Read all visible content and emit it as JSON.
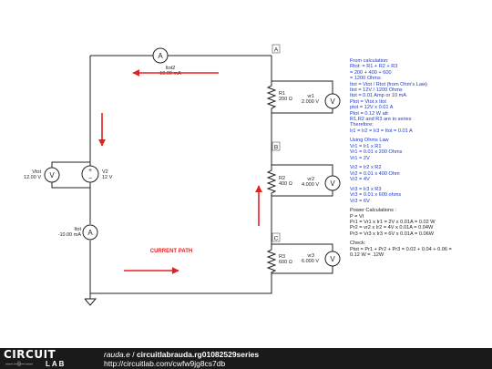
{
  "colors": {
    "wire": "#222222",
    "current_arrow": "#e52020",
    "notes_text": "#1a39d6",
    "note_dark": "#222222",
    "footer_bg": "#1a1a1a"
  },
  "nodes": [
    "A",
    "B",
    "C"
  ],
  "components": {
    "itot2": {
      "name": "Itot2",
      "value": "10.00 mA"
    },
    "r1": {
      "name": "R1",
      "value": "200 Ω"
    },
    "r2": {
      "name": "R2",
      "value": "400 Ω"
    },
    "r3": {
      "name": "R3",
      "value": "600 Ω"
    },
    "vr1": {
      "name": "vr1",
      "value": "2.000 V"
    },
    "vr2": {
      "name": "vr2",
      "value": "4.000 V"
    },
    "vr3": {
      "name": "vr3",
      "value": "6.000 V"
    },
    "vtot": {
      "name": "Vtot",
      "value": "12.00 V"
    },
    "v2": {
      "name": "V2",
      "value": "12 V"
    },
    "itot": {
      "name": "Itot",
      "value": "-10.00 mA"
    }
  },
  "current_path_label": "CURRENT PATH",
  "notes": {
    "calc": [
      "From calculation:",
      "Rtot: = R1 + R2 + R3",
      "= 200 + 400 + 600",
      "= 1200 Ohms",
      "Itot = Vtot / Rtot (from Ohm's Law)",
      "Itot = 12V / 1200 Ohms",
      "Itot = 0.01 Amp or 10 mA",
      "Ptot = Vtot x Itot",
      "ptot = 12V x 0.01 A",
      "Ptot = 0.12 W att"
    ],
    "series": [
      "R1,R2 and R3 are in series",
      "Therefore;",
      "Ir1 = Ir2 = Ir3 = Itot = 0.01 A"
    ],
    "ohm": [
      "Using Ohms Law",
      "Vr1 = Ir1 x R1",
      "Vr1 = 0.01 x 200 Ohms",
      "Vr1 = 2V"
    ],
    "vr2": [
      "Vr2 = Ir2 x R2",
      "Vr2 = 0.01 x 400 Ohm",
      "Vr2 = 4V"
    ],
    "vr3": [
      "Vr3 = Ir3 x R3",
      "Vr3 = 0.01 x 600 ohms",
      "Vr3 = 6V"
    ],
    "power": [
      "Power Calculations :",
      "P = VI",
      "Pr1 = Vr1 x Ir1 = 2V x 0.01A = 0.02 W",
      "Pr2 = vr2 x Ir2 = 4V x 0.01A = 0.04W",
      "Pr3 = Vr3 x Ir3 = 6V x 0.01A = 0.06W"
    ],
    "check": [
      "Check:",
      "Ptot = Pr1 + Pr2 + Pr3 = 0.02 + 0.04 + 0.06 =",
      "0.12 W = .12W"
    ]
  },
  "footer": {
    "logo_top": "CIRCUIT",
    "logo_symbol": "—⊣⊢—",
    "logo_bottom": "LAB",
    "author": "rauda.e",
    "separator": " / ",
    "title": "circuitlabrauda.rg01082529series",
    "url": "http://circuitlab.com/cwfw9jg8cs7db"
  }
}
